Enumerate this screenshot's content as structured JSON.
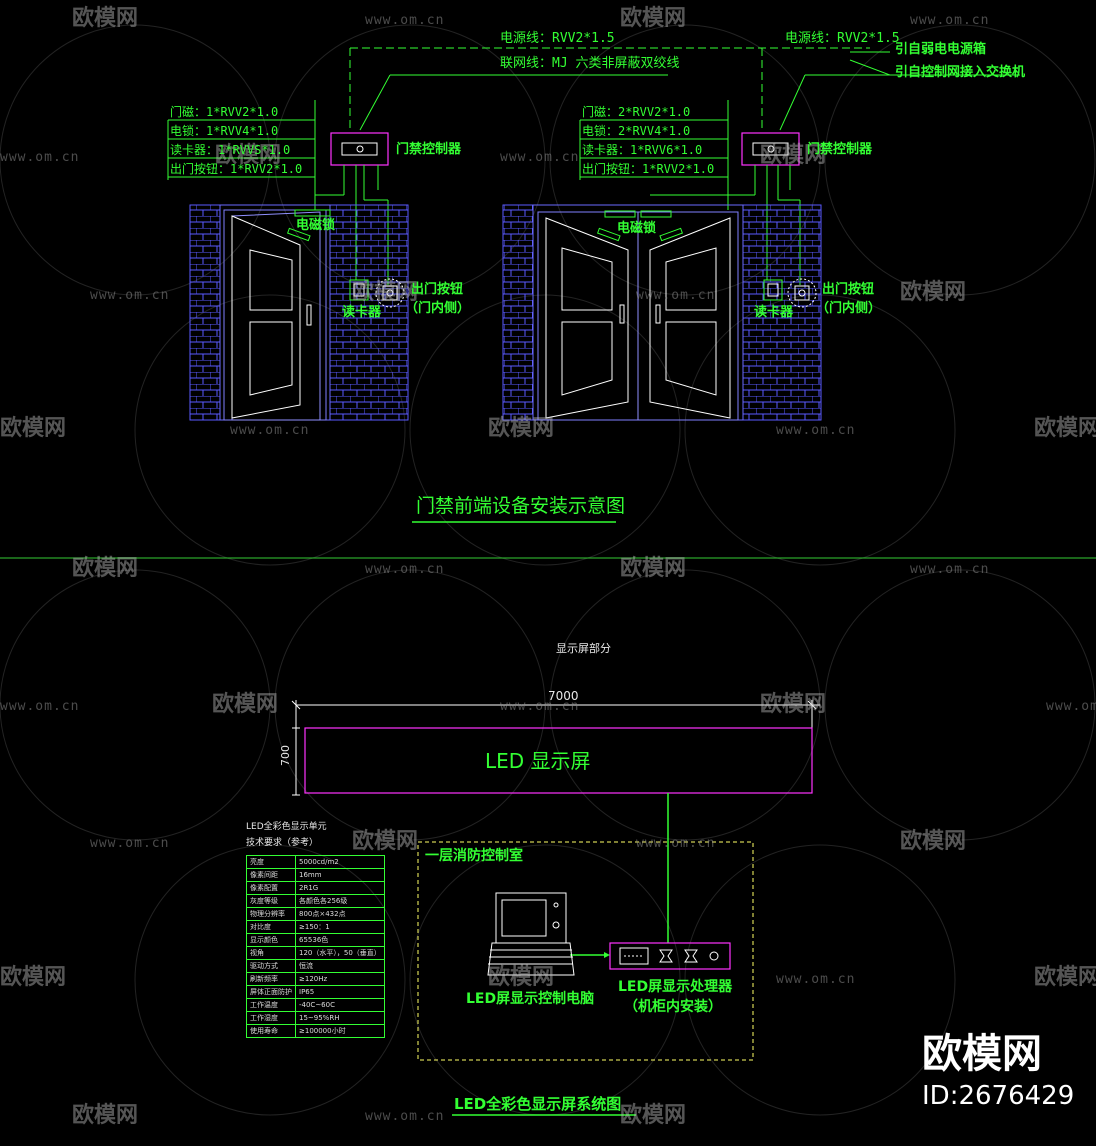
{
  "watermarks": {
    "brand": "欧模网",
    "url": "www.om.cn",
    "id": "ID:2676429"
  },
  "access_control": {
    "power_line_left": "电源线：RVV2*1.5",
    "network_line": "联网线：MJ 六类非屏蔽双绞线",
    "power_line_right": "电源线：RVV2*1.5",
    "from_power_box": "引自弱电电源箱",
    "from_switch": "引自控制网接入交换机",
    "left_door": {
      "cables": [
        "门磁：1*RVV2*1.0",
        "电锁：1*RVV4*1.0",
        "读卡器：1*RVVS*1.0",
        "出门按钮：1*RVV2*1.0"
      ],
      "controller": "门禁控制器",
      "lock": "电磁锁",
      "reader": "读卡器",
      "exit_button": "出门按钮",
      "exit_button_note": "（门内侧）"
    },
    "right_door": {
      "cables": [
        "门磁：2*RVV2*1.0",
        "电锁：2*RVV4*1.0",
        "读卡器：1*RVV6*1.0",
        "出门按钮：1*RVV2*1.0"
      ],
      "controller": "门禁控制器",
      "lock": "电磁锁",
      "reader": "读卡器",
      "exit_button": "出门按钮",
      "exit_button_note": "（门内侧）"
    },
    "title": "门禁前端设备安装示意图"
  },
  "led_system": {
    "section_label": "显示屏部分",
    "width_dim": "7000",
    "height_dim": "700",
    "screen_label": "LED 显示屏",
    "spec_title": "LED全彩色显示单元",
    "spec_subtitle": "技术要求（参考）",
    "spec_rows": [
      [
        "亮度",
        "5000cd/m2"
      ],
      [
        "像素间距",
        "16mm"
      ],
      [
        "像素配置",
        "2R1G"
      ],
      [
        "灰度等级",
        "各颜色各256级"
      ],
      [
        "物理分辨率",
        "800点×432点"
      ],
      [
        "对比度",
        "≥150：1"
      ],
      [
        "显示颜色",
        "65536色"
      ],
      [
        "视角",
        "120（水平），50（垂直）"
      ],
      [
        "驱动方式",
        "恒流"
      ],
      [
        "刷新频率",
        "≥120Hz"
      ],
      [
        "屏体正面防护",
        "IP65"
      ],
      [
        "工作温度",
        "-40C~60C"
      ],
      [
        "工作湿度",
        "15~95%RH"
      ],
      [
        "使用寿命",
        "≥100000小时"
      ]
    ],
    "room_label": "一层消防控制室",
    "pc_label": "LED屏显示控制电脑",
    "processor_label_1": "LED屏显示处理器",
    "processor_label_2": "（机柜内安装）",
    "title": "LED全彩色显示屏系统图"
  }
}
